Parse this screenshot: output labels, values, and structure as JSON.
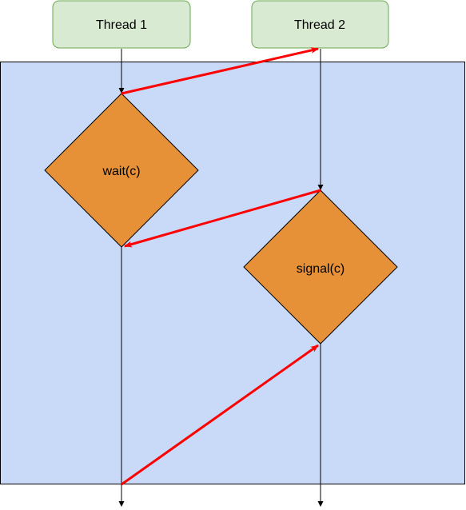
{
  "threads": [
    {
      "label": "Thread 1"
    },
    {
      "label": "Thread 2"
    }
  ],
  "operations": [
    {
      "label": "wait(c)"
    },
    {
      "label": "signal(c)"
    }
  ],
  "colors": {
    "thread_box_fill": "#d9ead3",
    "thread_box_stroke": "#6aa84f",
    "region_fill": "#c9daf8",
    "region_stroke": "#000000",
    "diamond_fill": "#e69138",
    "diamond_stroke": "#000000",
    "flow_arrow": "#ff0000",
    "lifeline": "#000000"
  }
}
